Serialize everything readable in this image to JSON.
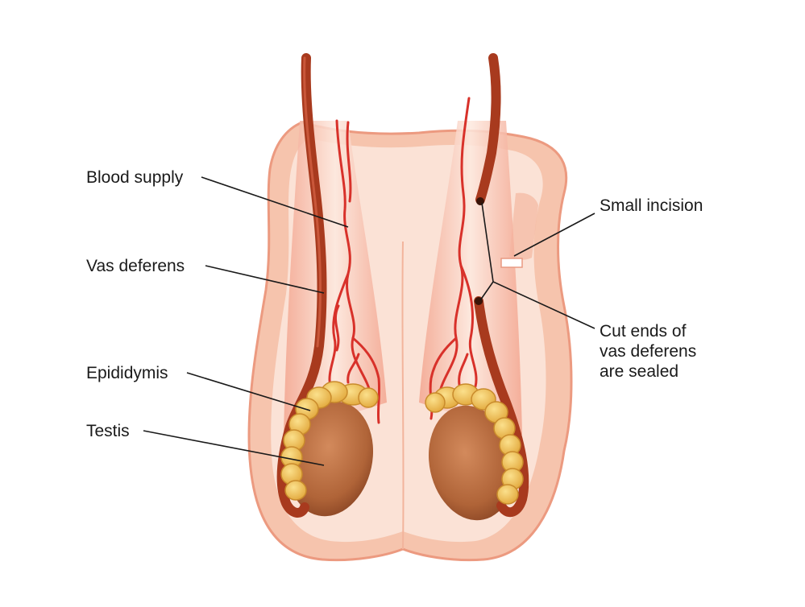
{
  "labels": {
    "blood_supply": "Blood supply",
    "vas_deferens": "Vas deferens",
    "epididymis": "Epididymis",
    "testis": "Testis",
    "small_incision": "Small incision",
    "cut_ends": [
      "Cut ends of",
      "vas deferens",
      "are sealed"
    ]
  },
  "colors": {
    "skin_outer": "#f6c9b3",
    "skin_inner": "#fbe3d7",
    "skin_edge": "#ef9f86",
    "vas": "#a83a1e",
    "vessel": "#d8312a",
    "testis": "#b6673e",
    "epididymis": "#f2c25a",
    "leader_line": "#1a1a1a"
  }
}
